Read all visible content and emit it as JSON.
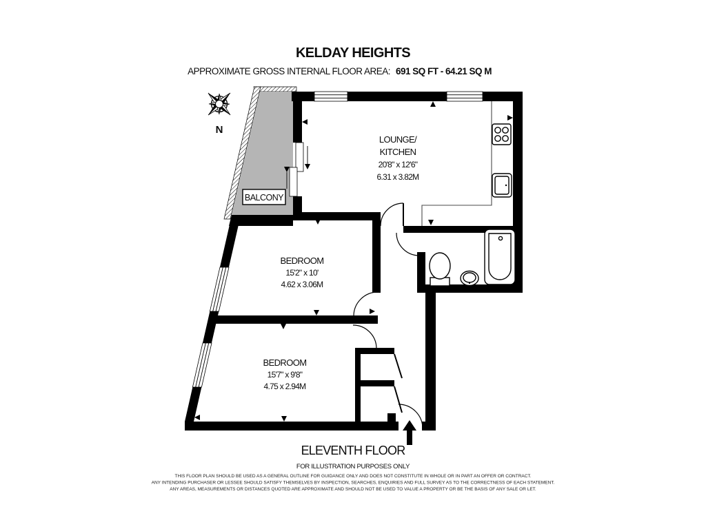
{
  "header": {
    "title": "KELDAY HEIGHTS",
    "area_label": "APPROXIMATE GROSS INTERNAL FLOOR AREA:",
    "area_value": "691 SQ FT  -  64.21 SQ M"
  },
  "compass": {
    "north_label": "N"
  },
  "rooms": {
    "lounge_kitchen": {
      "name_line1": "LOUNGE/",
      "name_line2": "KITCHEN",
      "dims_imperial": "20'8\" x 12'6\"",
      "dims_metric": "6.31 x 3.82M"
    },
    "bedroom1": {
      "name": "BEDROOM",
      "dims_imperial": "15'2\" x 10'",
      "dims_metric": "4.62 x 3.06M"
    },
    "bedroom2": {
      "name": "BEDROOM",
      "dims_imperial": "15'7\" x 9'8\"",
      "dims_metric": "4.75 x 2.94M"
    },
    "balcony": {
      "name": "BALCONY"
    }
  },
  "footer": {
    "floor_label": "ELEVENTH FLOOR",
    "purpose_label": "FOR ILLUSTRATION PURPOSES ONLY",
    "disclaimer_lines": [
      "THIS FLOOR PLAN SHOULD BE USED AS A GENERAL OUTLINE FOR GUIDANCE ONLY AND DOES NOT CONSTITUTE IN WHOLE OR IN PART AN OFFER OR CONTRACT.",
      "ANY INTENDING PURCHASER OR LESSEE SHOULD SATISFY THEMSELVES BY INSPECTION, SEARCHES, ENQUIRIES AND FULL SURVEY AS TO THE CORRECTNESS OF EACH STATEMENT.",
      "ANY AREAS, MEASUREMENTS OR DISTANCES QUOTED ARE APPROXIMATE AND SHOULD NOT BE USED TO VALUE A PROPERTY OR BE THE BASIS OF ANY SALE OR LET."
    ]
  },
  "fixtures": {
    "hob": "hob",
    "kitchen_sink": "kitchen sink",
    "bathtub": "bathtub",
    "toilet": "toilet",
    "basin": "basin"
  },
  "colors": {
    "wall": "#000000",
    "balcony_fill": "#b5b5b5",
    "background": "#ffffff"
  }
}
